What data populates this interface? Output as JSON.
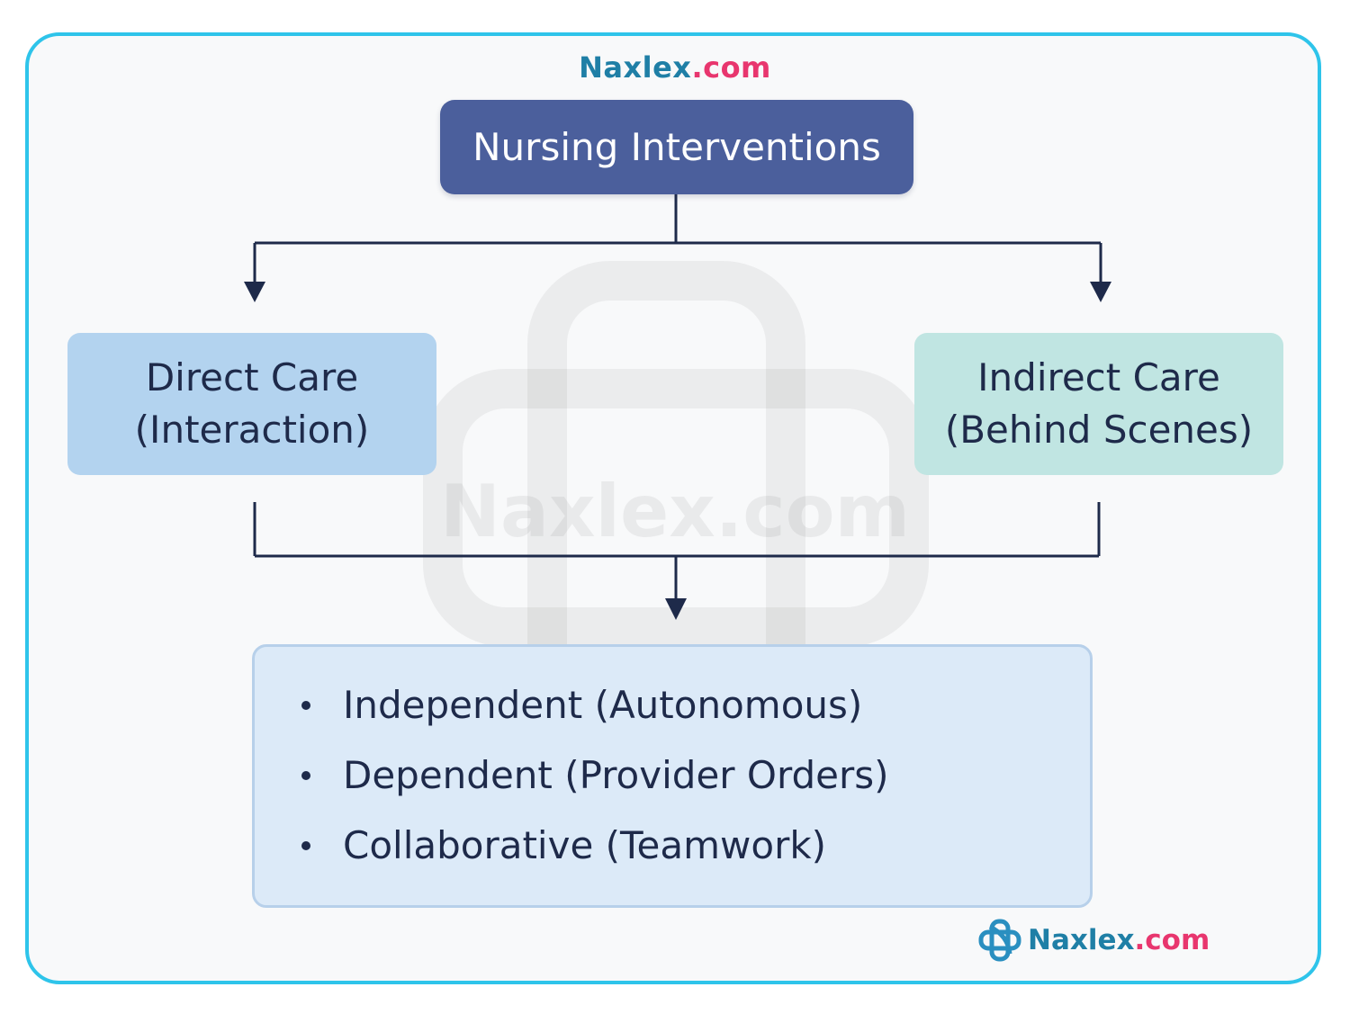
{
  "brand": {
    "name": "Naxlex",
    "tld": ".com",
    "name_color": "#1f7fa6",
    "tld_color": "#e8366e",
    "logo_icon": "naxlex-logo-icon"
  },
  "watermark": "Naxlex.com",
  "root": {
    "label": "Nursing Interventions"
  },
  "branches": [
    {
      "line1": "Direct Care",
      "line2": "(Interaction)"
    },
    {
      "line1": "Indirect Care",
      "line2": "(Behind Scenes)"
    }
  ],
  "intervention_types": [
    "Independent (Autonomous)",
    "Dependent (Provider Orders)",
    "Collaborative (Teamwork)"
  ],
  "colors": {
    "frame_border": "#2ec4ea",
    "root_fill": "#4b5f9c",
    "direct_fill": "#b3d3ef",
    "indirect_fill": "#c0e5e2",
    "types_fill": "#dceaf8",
    "connector": "#1e2a4a"
  }
}
